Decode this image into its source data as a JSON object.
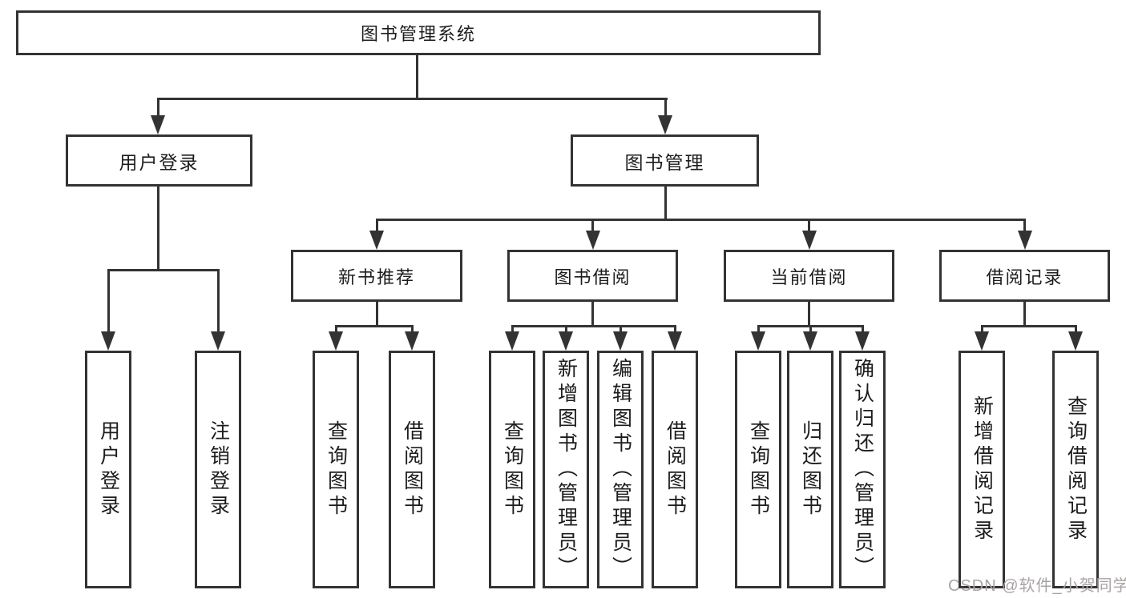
{
  "diagram": {
    "root": {
      "label": "图书管理系统"
    },
    "branches": [
      {
        "label": "用户登录",
        "children": [
          {
            "label": "用户登录"
          },
          {
            "label": "注销登录"
          }
        ]
      },
      {
        "label": "图书管理",
        "children": [
          {
            "label": "新书推荐",
            "children": [
              {
                "label": "查询图书"
              },
              {
                "label": "借阅图书"
              }
            ]
          },
          {
            "label": "图书借阅",
            "children": [
              {
                "label": "查询图书"
              },
              {
                "label": "新增图书（管理员）"
              },
              {
                "label": "编辑图书（管理员）"
              },
              {
                "label": "借阅图书"
              }
            ]
          },
          {
            "label": "当前借阅",
            "children": [
              {
                "label": "查询图书"
              },
              {
                "label": "归还图书"
              },
              {
                "label": "确认归还（管理员）"
              }
            ]
          },
          {
            "label": "借阅记录",
            "children": [
              {
                "label": "新增借阅记录"
              },
              {
                "label": "查询借阅记录"
              }
            ]
          }
        ]
      }
    ]
  },
  "watermark": {
    "text": "CSDN @软件_小贺同学",
    "color": "#a9a4a4"
  },
  "colors": {
    "line": "#333333",
    "text": "#1c1c1c",
    "background": "#ffffff"
  }
}
